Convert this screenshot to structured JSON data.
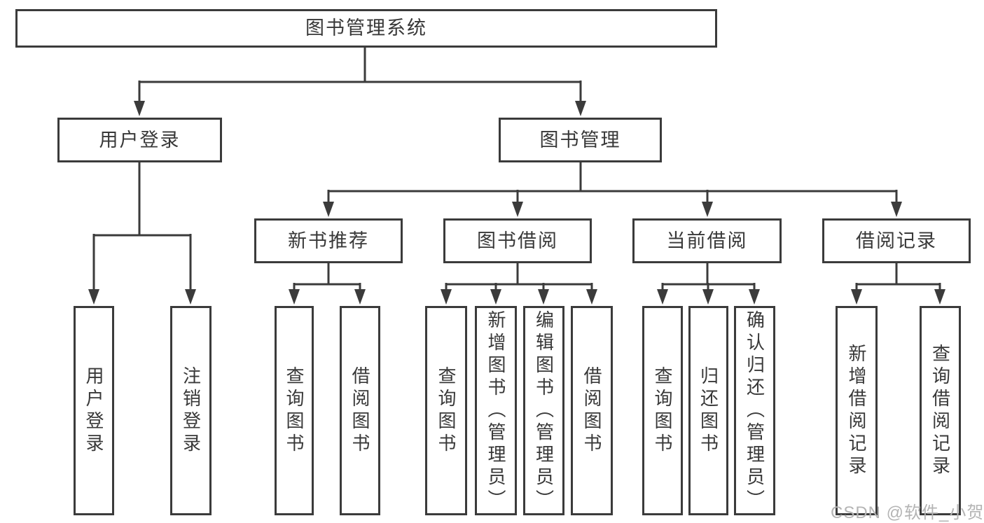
{
  "tree": {
    "label": "图书管理系统",
    "children": [
      {
        "label": "用户登录",
        "children": [
          {
            "label": "用户登录"
          },
          {
            "label": "注销登录"
          }
        ]
      },
      {
        "label": "图书管理",
        "children": [
          {
            "label": "新书推荐",
            "children": [
              {
                "label": "查询图书"
              },
              {
                "label": "借阅图书"
              }
            ]
          },
          {
            "label": "图书借阅",
            "children": [
              {
                "label": "查询图书"
              },
              {
                "label": "新增图书（管理员）"
              },
              {
                "label": "编辑图书（管理员）"
              },
              {
                "label": "借阅图书"
              }
            ]
          },
          {
            "label": "当前借阅",
            "children": [
              {
                "label": "查询图书"
              },
              {
                "label": "归还图书"
              },
              {
                "label": "确认归还（管理员）"
              }
            ]
          },
          {
            "label": "借阅记录",
            "children": [
              {
                "label": "新增借阅记录"
              },
              {
                "label": "查询借阅记录"
              }
            ]
          }
        ]
      }
    ]
  },
  "watermark": "CSDN @软件_小贺同学",
  "colors": {
    "line": "#3b3b3b",
    "text": "#383838",
    "node_background": "#ffffff",
    "watermark": "#b4b4b4",
    "page_background": "#ffffff"
  }
}
